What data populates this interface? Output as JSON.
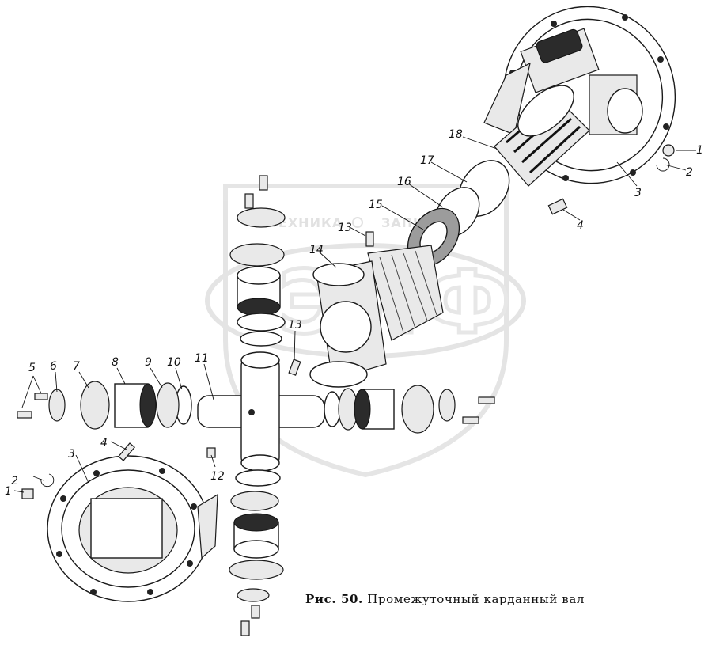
{
  "caption": {
    "figure": "Рис. 50.",
    "title": "Промежуточный карданный вал"
  },
  "watermark": {
    "text_left": "ТЕХНИКА",
    "text_right": "ЗАПЧАСТИ",
    "letters": "ЭЛФ"
  },
  "callouts": [
    {
      "id": "c1-top",
      "label": "1"
    },
    {
      "id": "c2-top",
      "label": "2"
    },
    {
      "id": "c3-top",
      "label": "3"
    },
    {
      "id": "c4-top",
      "label": "4"
    },
    {
      "id": "c18",
      "label": "18"
    },
    {
      "id": "c17",
      "label": "17"
    },
    {
      "id": "c16",
      "label": "16"
    },
    {
      "id": "c15",
      "label": "15"
    },
    {
      "id": "c13-top",
      "label": "13"
    },
    {
      "id": "c14",
      "label": "14"
    },
    {
      "id": "c13-mid",
      "label": "13"
    },
    {
      "id": "c5",
      "label": "5"
    },
    {
      "id": "c6",
      "label": "6"
    },
    {
      "id": "c7",
      "label": "7"
    },
    {
      "id": "c8",
      "label": "8"
    },
    {
      "id": "c9",
      "label": "9"
    },
    {
      "id": "c10",
      "label": "10"
    },
    {
      "id": "c11",
      "label": "11"
    },
    {
      "id": "c4-bot",
      "label": "4"
    },
    {
      "id": "c3-bot",
      "label": "3"
    },
    {
      "id": "c2-bot",
      "label": "2"
    },
    {
      "id": "c1-bot",
      "label": "1"
    },
    {
      "id": "c12",
      "label": "12"
    }
  ]
}
